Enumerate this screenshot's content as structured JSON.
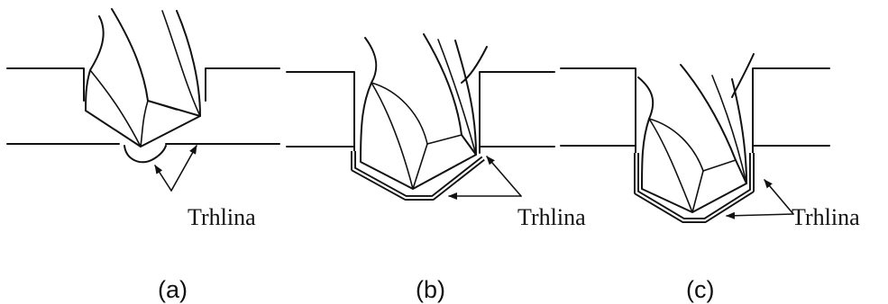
{
  "panels": [
    {
      "id": "a",
      "caption": "(a)",
      "crack_label": "Trhlina"
    },
    {
      "id": "b",
      "caption": "(b)",
      "crack_label": "Trhlina"
    },
    {
      "id": "c",
      "caption": "(c)",
      "crack_label": "Trhlina"
    }
  ],
  "colors": {
    "line": "#111111",
    "background": "#ffffff"
  }
}
